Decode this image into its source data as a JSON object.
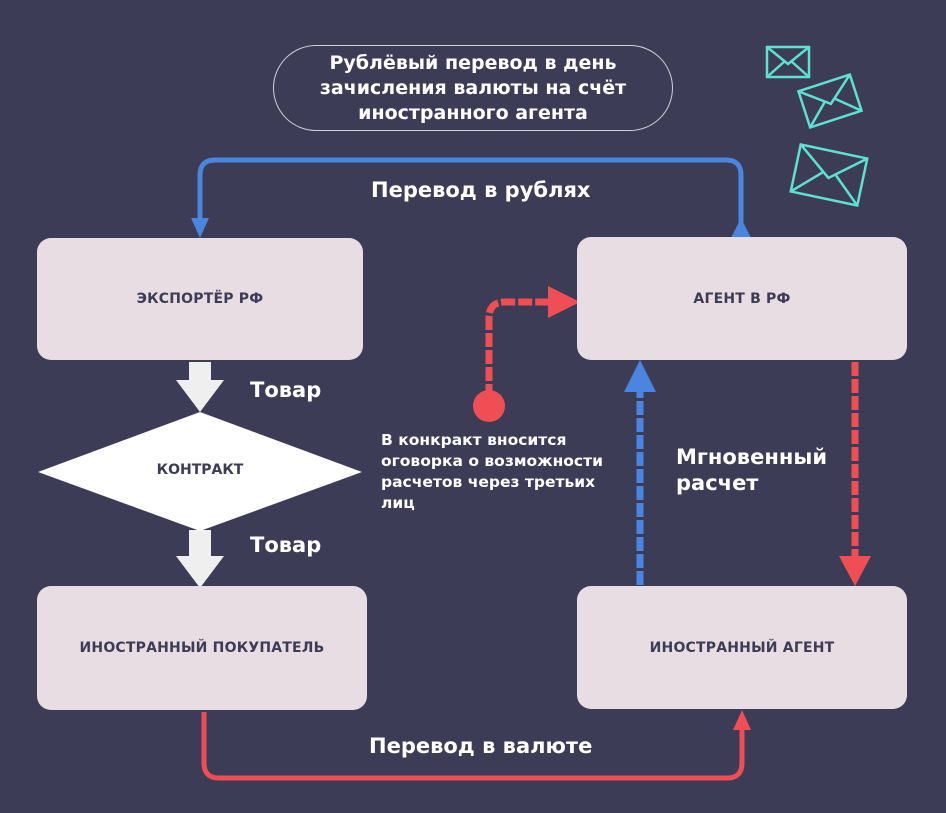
{
  "title": "Рублёвый перевод в день зачисления валюты на счёт иностранного агента",
  "nodes": {
    "exporter": "ЭКСПОРТЁР РФ",
    "agent_rf": "АГЕНТ В РФ",
    "contract": "КОНТРАКТ",
    "foreign_buyer": "ИНОСТРАННЫЙ ПОКУПАТЕЛЬ",
    "foreign_agent": "ИНОСТРАННЫЙ АГЕНТ"
  },
  "edges": {
    "rub_transfer": "Перевод в рублях",
    "goods_1": "Товар",
    "goods_2": "Товар",
    "instant_settlement": "Мгновенный расчет",
    "fx_transfer": "Перевод в валюте"
  },
  "note": "В конкракт вносится оговорка о возможности расчетов через третьих лиц",
  "colors": {
    "background": "#3d3c56",
    "box": "#e8dde3",
    "blue_arrow": "#4a86e0",
    "red_arrow": "#f04e55",
    "white_arrow": "#efefef",
    "envelope": "#5ee0d2"
  },
  "icons": [
    "envelope-icon",
    "envelope-icon",
    "envelope-icon"
  ]
}
